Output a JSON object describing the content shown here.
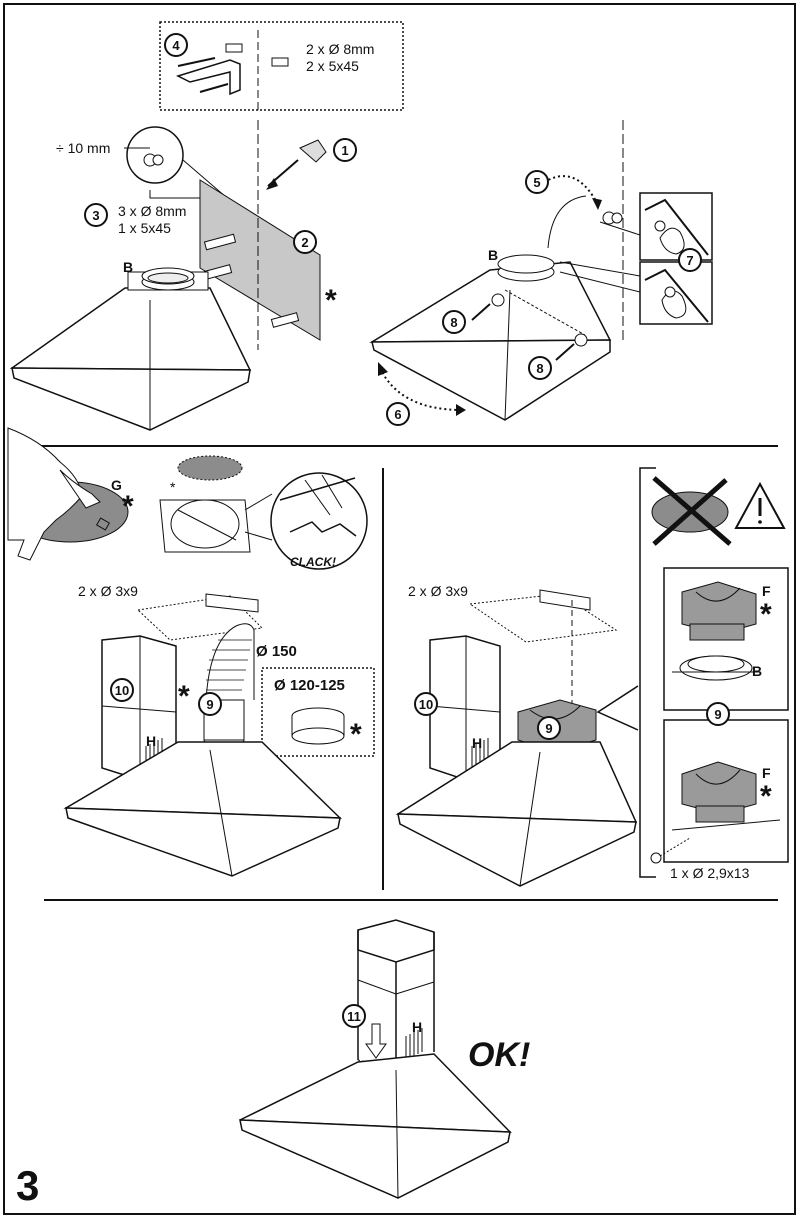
{
  "page_number": "3",
  "steps": {
    "s1": "1",
    "s2": "2",
    "s3": "3",
    "s4": "4",
    "s5": "5",
    "s6": "6",
    "s7": "7",
    "s8": "8",
    "s9": "9",
    "s10": "10",
    "s11": "11"
  },
  "panel_top_left": {
    "wall_gap": "÷ 10 mm",
    "step4_plugs": "2 x Ø 8mm",
    "step4_screws": "2 x 5x45",
    "step3_plugs": "3 x Ø 8mm",
    "step3_screws": "1 x 5x45",
    "hood_label": "B",
    "asterisk": "*"
  },
  "panel_top_right": {
    "hood_label": "B"
  },
  "panel_mid_left": {
    "filter_label": "G",
    "clack": "CLACK!",
    "screws": "2 x Ø 3x9",
    "duct_diameter": "Ø 150",
    "adapter_diameter": "Ø 120-125",
    "chimney_label": "H",
    "asterisk": "*"
  },
  "panel_mid_right": {
    "screws": "2 x Ø 3x9",
    "chimney_label": "H",
    "filter_label_1": "F",
    "filter_label_2": "F",
    "hood_label": "B",
    "bottom_screw": "1 x Ø 2,9x13",
    "asterisk": "*"
  },
  "panel_bottom": {
    "chimney_label": "H",
    "ok": "OK!"
  },
  "colors": {
    "ink": "#111111",
    "wall_plate": "#c8c8c8",
    "filter": "#9a9a9a",
    "grey_disc": "#8c8c8c"
  }
}
